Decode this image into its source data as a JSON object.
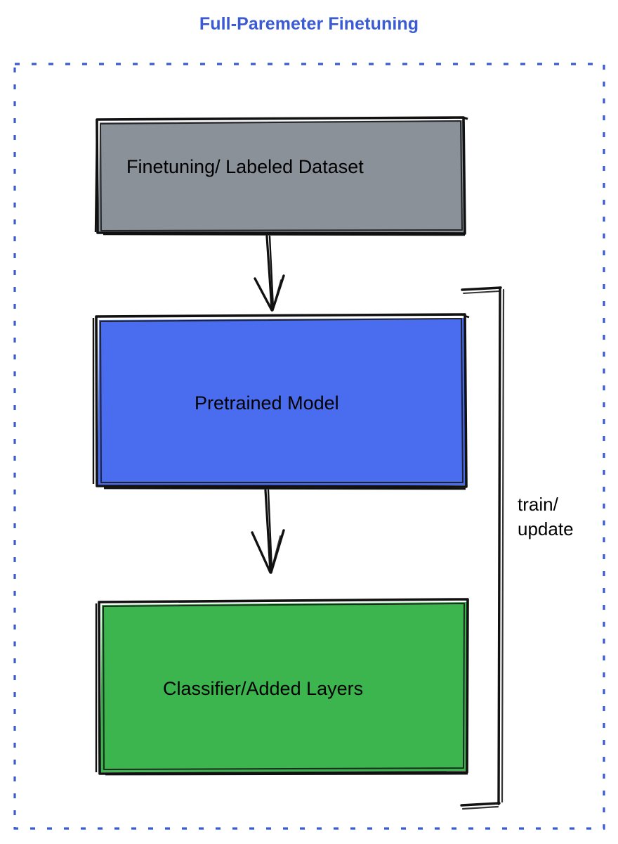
{
  "title": "Full-Paremeter Finetuning",
  "colors": {
    "title": "#3b5bd4",
    "dashed_border": "#3b5bd4",
    "dataset_fill": "#8a9199",
    "pretrained_fill": "#4a6df0",
    "classifier_fill": "#3cb54f",
    "stroke": "#111111",
    "text": "#000000",
    "background": "#ffffff"
  },
  "container": {
    "name": "dashed-boundary",
    "style": "dashed"
  },
  "nodes": [
    {
      "id": "dataset",
      "label": "Finetuning/ Labeled Dataset",
      "fill": "#8a9199",
      "shape": "rectangle"
    },
    {
      "id": "pretrained",
      "label": "Pretrained Model",
      "fill": "#4a6df0",
      "shape": "rectangle"
    },
    {
      "id": "classifier",
      "label": "Classifier/Added Layers",
      "fill": "#3cb54f",
      "shape": "rectangle"
    }
  ],
  "edges": [
    {
      "id": "dataset-to-pretrained",
      "from": "dataset",
      "to": "pretrained",
      "label": "",
      "arrow": "down"
    },
    {
      "id": "pretrained-to-classifier",
      "from": "pretrained",
      "to": "classifier",
      "label": "",
      "arrow": "down"
    },
    {
      "id": "classifier-to-pretrained-feedback",
      "from": "classifier",
      "to": "pretrained",
      "label_line1": "train/",
      "label_line2": "update",
      "arrow": "none"
    }
  ],
  "loop_label": {
    "line1": "train/",
    "line2": "update"
  }
}
